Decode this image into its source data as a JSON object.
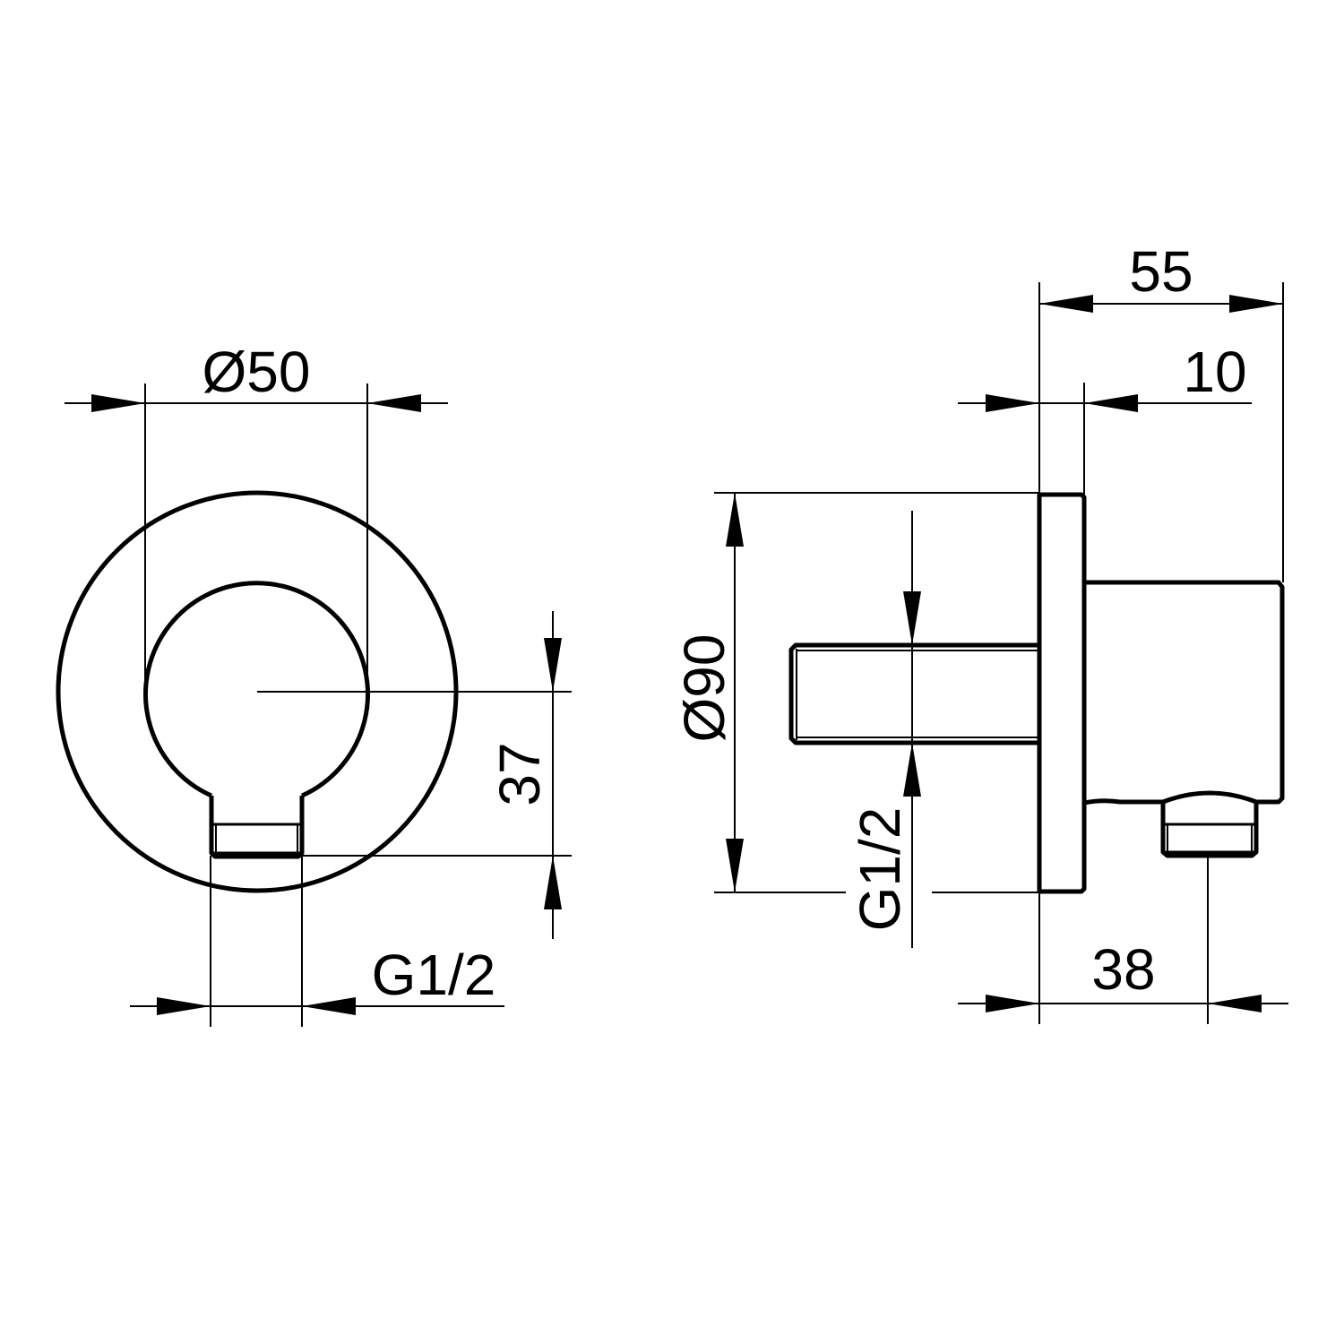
{
  "drawing": {
    "front_view": {
      "outer_circle_label": "",
      "dims": {
        "inner_diameter": "Ø50",
        "outlet_offset": "37",
        "outlet_thread": "G1/2"
      }
    },
    "side_view": {
      "dims": {
        "overall_depth": "55",
        "flange_thickness": "10",
        "flange_diameter": "Ø90",
        "inlet_thread": "G1/2",
        "outlet_position": "38"
      }
    },
    "colors": {
      "line": "#000000",
      "background": "#ffffff"
    }
  }
}
